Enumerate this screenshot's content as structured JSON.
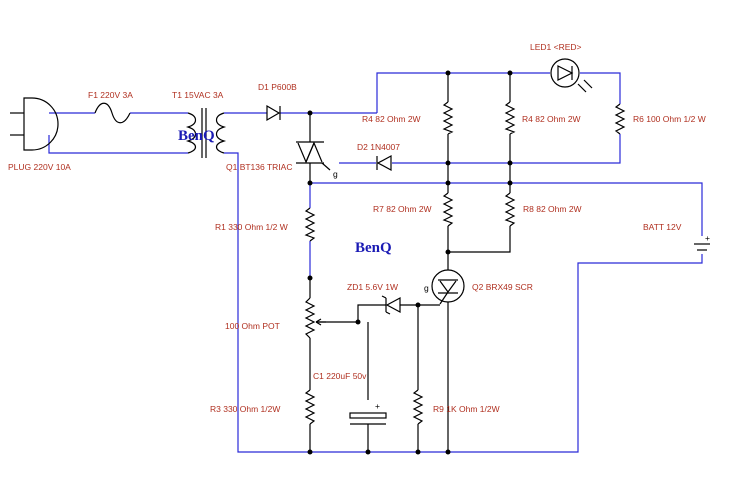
{
  "watermark": "BenQ",
  "components": {
    "plug": "PLUG 220V 10A",
    "fuse": "F1 220V 3A",
    "transformer": "T1 15VAC 3A",
    "d1": "D1 P600B",
    "led": "LED1 <RED>",
    "r4a": "R4 82 Ohm 2W",
    "r4b": "R4 82 Ohm 2W",
    "r6": "R6 100 Ohm 1/2 W",
    "d2": "D2 1N4007",
    "q1": "Q1 BT136 TRIAC",
    "q1_gate": "g",
    "r7": "R7 82 Ohm 2W",
    "r8": "R8 82 Ohm 2W",
    "batt": "BATT 12V",
    "batt_pol": "+",
    "r1": "R1 330 Ohm 1/2 W",
    "zd1": "ZD1 5.6V 1W",
    "q2_gate": "g",
    "q2": "Q2 BRX49 SCR",
    "pot": "100 Ohm POT",
    "c1": "C1 220uF 50v",
    "c1_pol": "+",
    "r3": "R3 330 Ohm 1/2W",
    "r9": "R9 1K Ohm 1/2W"
  },
  "colors": {
    "wire": "#2a2ad8",
    "component": "#000000",
    "label": "#b03020",
    "brand": "#1a1ab4"
  }
}
